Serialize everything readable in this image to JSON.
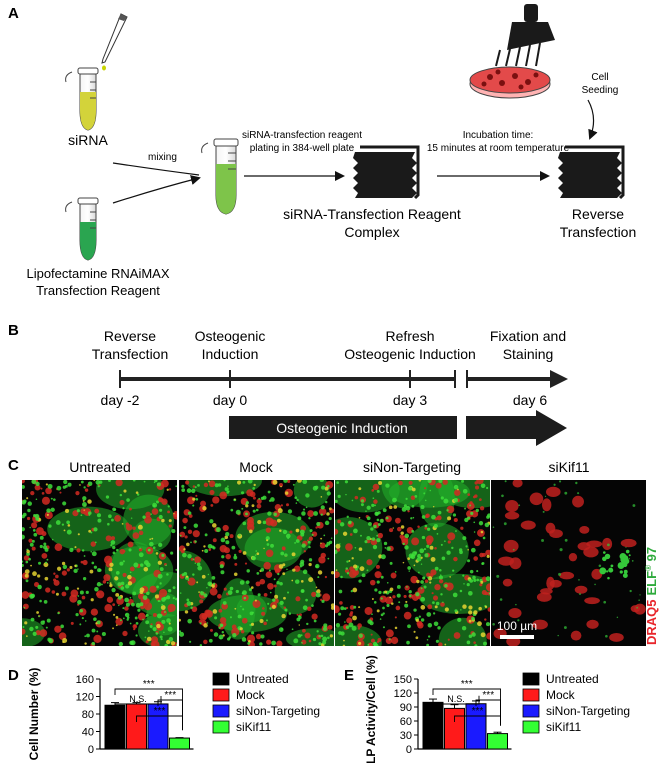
{
  "panel_a": {
    "label": "A",
    "sirna": "siRNA",
    "lipofectamine_line1": "Lipofectamine RNAiMAX",
    "lipofectamine_line2": "Transfection Reagent",
    "mixing": "mixing",
    "plating_line1": "siRNA-transfection reagent",
    "plating_line2": "plating in 384-well plate",
    "complex_line1": "siRNA-Transfection Reagent",
    "complex_line2": "Complex",
    "incubation_line1": "Incubation time:",
    "incubation_line2": "15 minutes at room temperature",
    "cell_seeding_line1": "Cell",
    "cell_seeding_line2": "Seeding",
    "reverse_line1": "Reverse",
    "reverse_line2": "Transfection"
  },
  "panel_b": {
    "label": "B",
    "events": [
      {
        "line1": "Reverse",
        "line2": "Transfection",
        "day": "day -2"
      },
      {
        "line1": "Osteogenic",
        "line2": "Induction",
        "day": "day 0"
      },
      {
        "line1": "Refresh",
        "line2": "Osteogenic Induction",
        "day": "day 3"
      },
      {
        "line1": "Fixation and",
        "line2": "Staining",
        "day": "day 6"
      }
    ],
    "bar_label": "Osteogenic Induction"
  },
  "panel_c": {
    "label": "C",
    "titles": [
      "Untreated",
      "Mock",
      "siNon-Targeting",
      "siKif11"
    ],
    "scalebar": "100 µm",
    "stain_draq5": "DRAQ5",
    "stain_elf": "ELF",
    "stain_elf_sup": "®",
    "stain_elf_num": " 97"
  },
  "colors": {
    "untreated": "#000000",
    "mock": "#ff1a1a",
    "sinontargeting": "#1a1aff",
    "sikif11": "#33ff33",
    "draq5": "#e8262c",
    "elf": "#2eaa3c"
  },
  "legend": [
    "Untreated",
    "Mock",
    "siNon-Targeting",
    "siKif11"
  ],
  "chart_data": [
    {
      "panel": "D",
      "type": "bar",
      "ylabel": "Cell Number (%)",
      "categories": [
        "Untreated",
        "Mock",
        "siNon-Targeting",
        "siKif11"
      ],
      "values": [
        100,
        103,
        103,
        25
      ],
      "errors": [
        6,
        3,
        5,
        1
      ],
      "ylim": [
        0,
        160
      ],
      "yticks": [
        0,
        40,
        80,
        120,
        160
      ],
      "yticklabels": [
        "0",
        "40",
        "80",
        "120",
        "160"
      ],
      "significance": [
        "***",
        "***",
        "N.S.",
        "***"
      ]
    },
    {
      "panel": "E",
      "type": "bar",
      "ylabel": "ALP Activity/Cell (%)",
      "categories": [
        "Untreated",
        "Mock",
        "siNon-Targeting",
        "siKif11"
      ],
      "values": [
        100,
        87,
        97,
        33
      ],
      "errors": [
        7,
        8,
        6,
        3
      ],
      "ylim": [
        0,
        150
      ],
      "yticks": [
        0,
        30,
        60,
        90,
        120,
        150
      ],
      "yticklabels": [
        "0",
        "30",
        "60",
        "90",
        "120",
        "150"
      ],
      "significance": [
        "***",
        "***",
        "N.S.",
        "***"
      ]
    }
  ]
}
